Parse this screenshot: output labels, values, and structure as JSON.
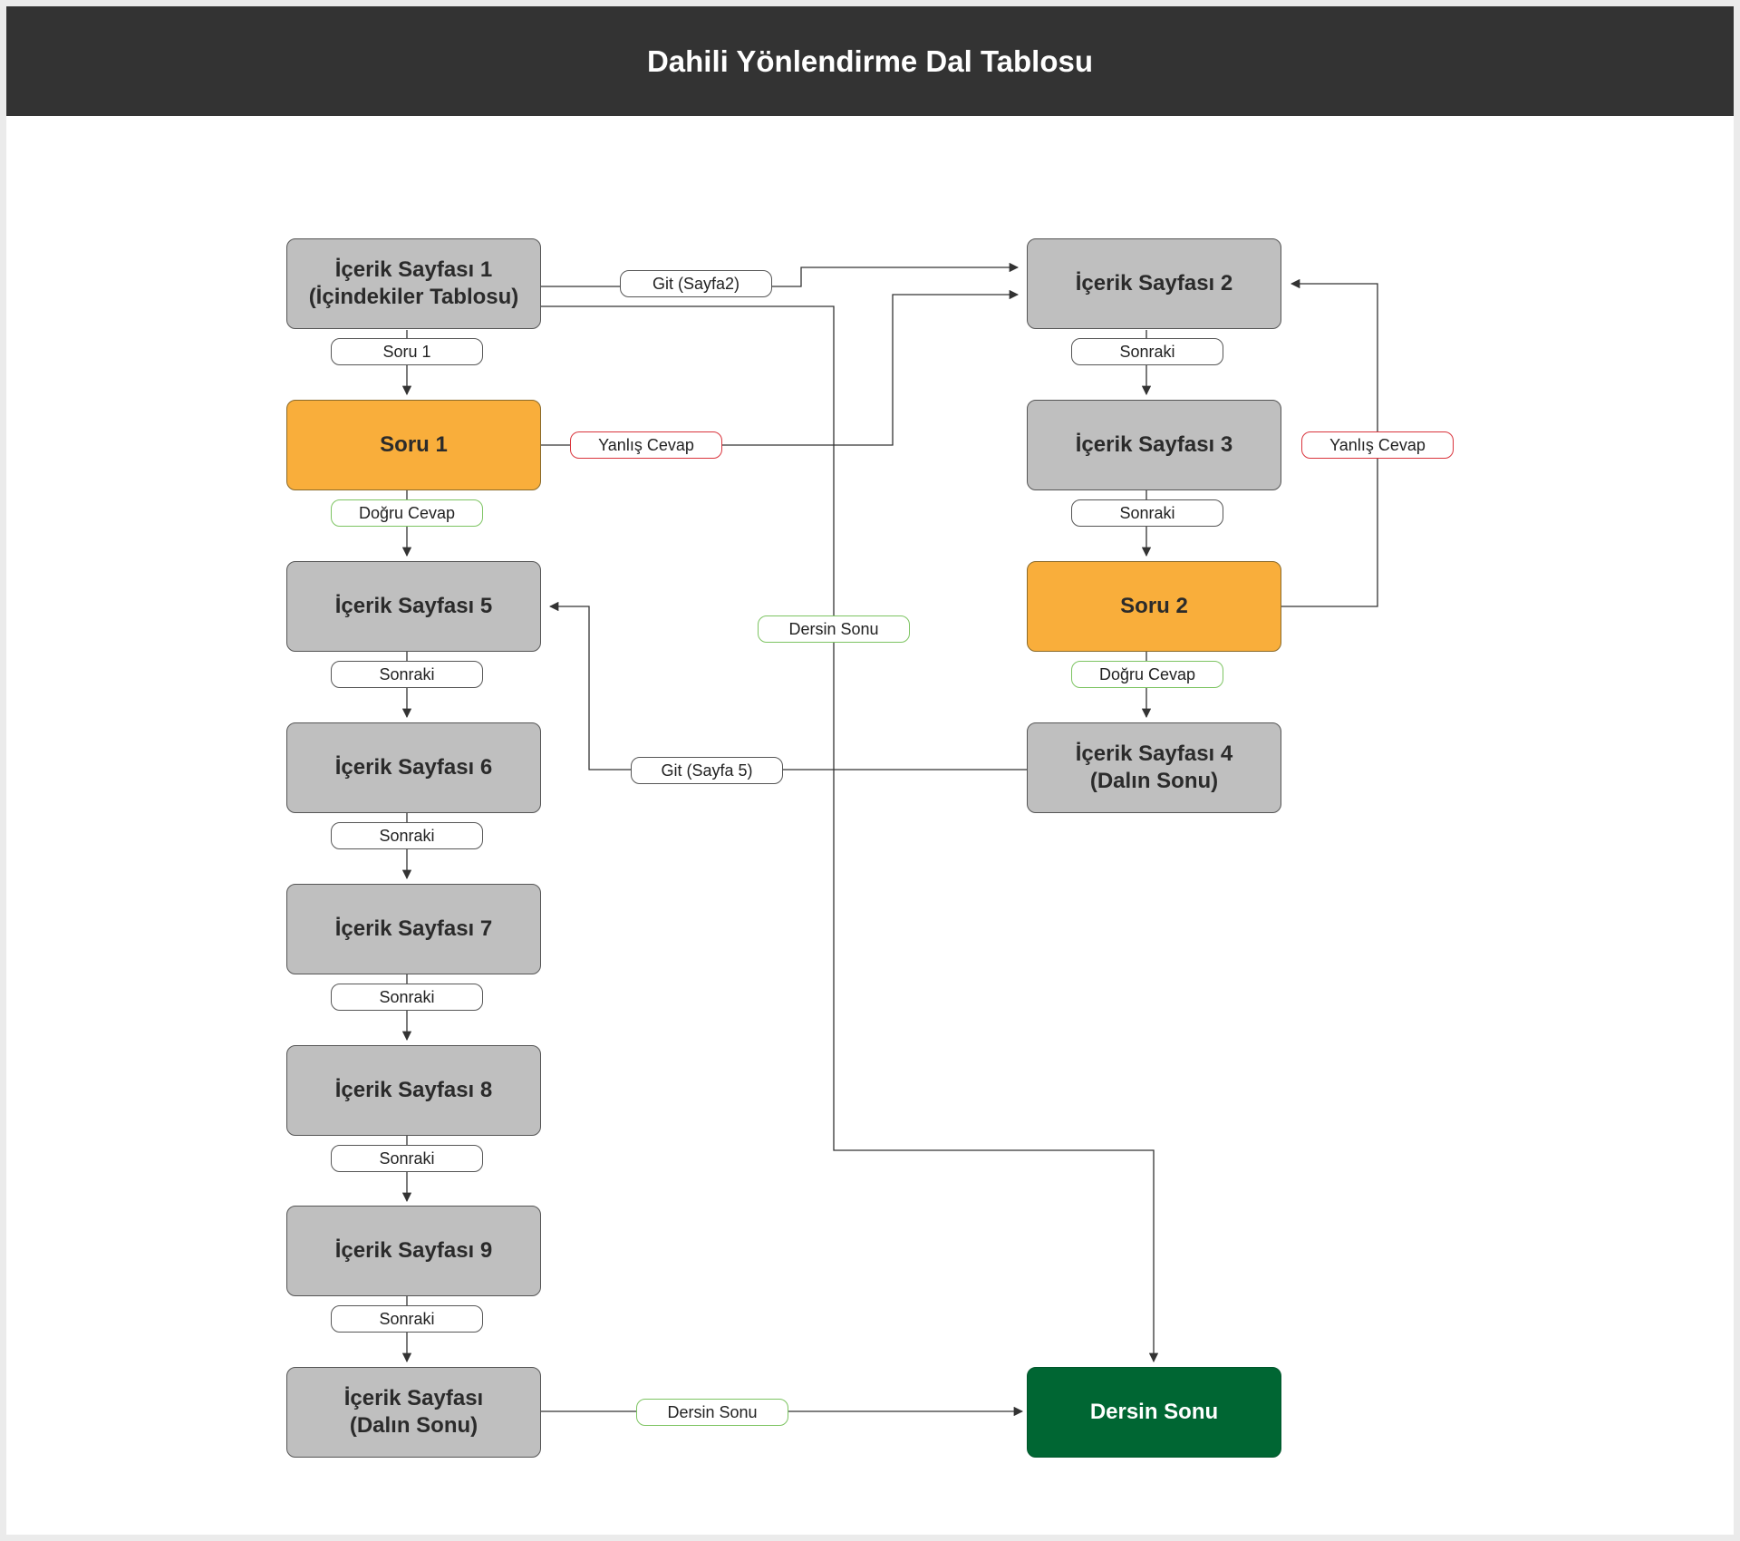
{
  "title": "Dahili Yönlendirme Dal Tablosu",
  "colors": {
    "header": "#333333",
    "content_node": "#bfbfbf",
    "question_node": "#f9ae3b",
    "end_node": "#006633",
    "correct_border": "#7dc462",
    "wrong_border": "#d9343c"
  },
  "nodes": {
    "p1": "İçerik Sayfası 1\n(İçindekiler Tablosu)",
    "q1": "Soru 1",
    "p5": "İçerik Sayfası 5",
    "p6": "İçerik Sayfası 6",
    "p7": "İçerik Sayfası 7",
    "p8": "İçerik Sayfası 8",
    "p9": "İçerik Sayfası 9",
    "pend": "İçerik Sayfası\n(Dalın Sonu)",
    "p2": "İçerik Sayfası 2",
    "p3": "İçerik Sayfası 3",
    "q2": "Soru 2",
    "p4": "İçerik Sayfası 4\n(Dalın Sonu)",
    "end": "Dersin Sonu"
  },
  "edges": {
    "p1_q1": "Soru 1",
    "q1_p5": "Doğru Cevap",
    "p5_p6": "Sonraki",
    "p6_p7": "Sonraki",
    "p7_p8": "Sonraki",
    "p8_p9": "Sonraki",
    "p9_pend": "Sonraki",
    "p1_p2": "Git (Sayfa2)",
    "q1_p2": "Yanlış Cevap",
    "p1_end": "Dersin Sonu",
    "p2_p3": "Sonraki",
    "p3_q2": "Sonraki",
    "q2_p2": "Yanlış Cevap",
    "q2_p4": "Doğru Cevap",
    "p4_p5": "Git (Sayfa 5)",
    "pend_end": "Dersin Sonu"
  }
}
